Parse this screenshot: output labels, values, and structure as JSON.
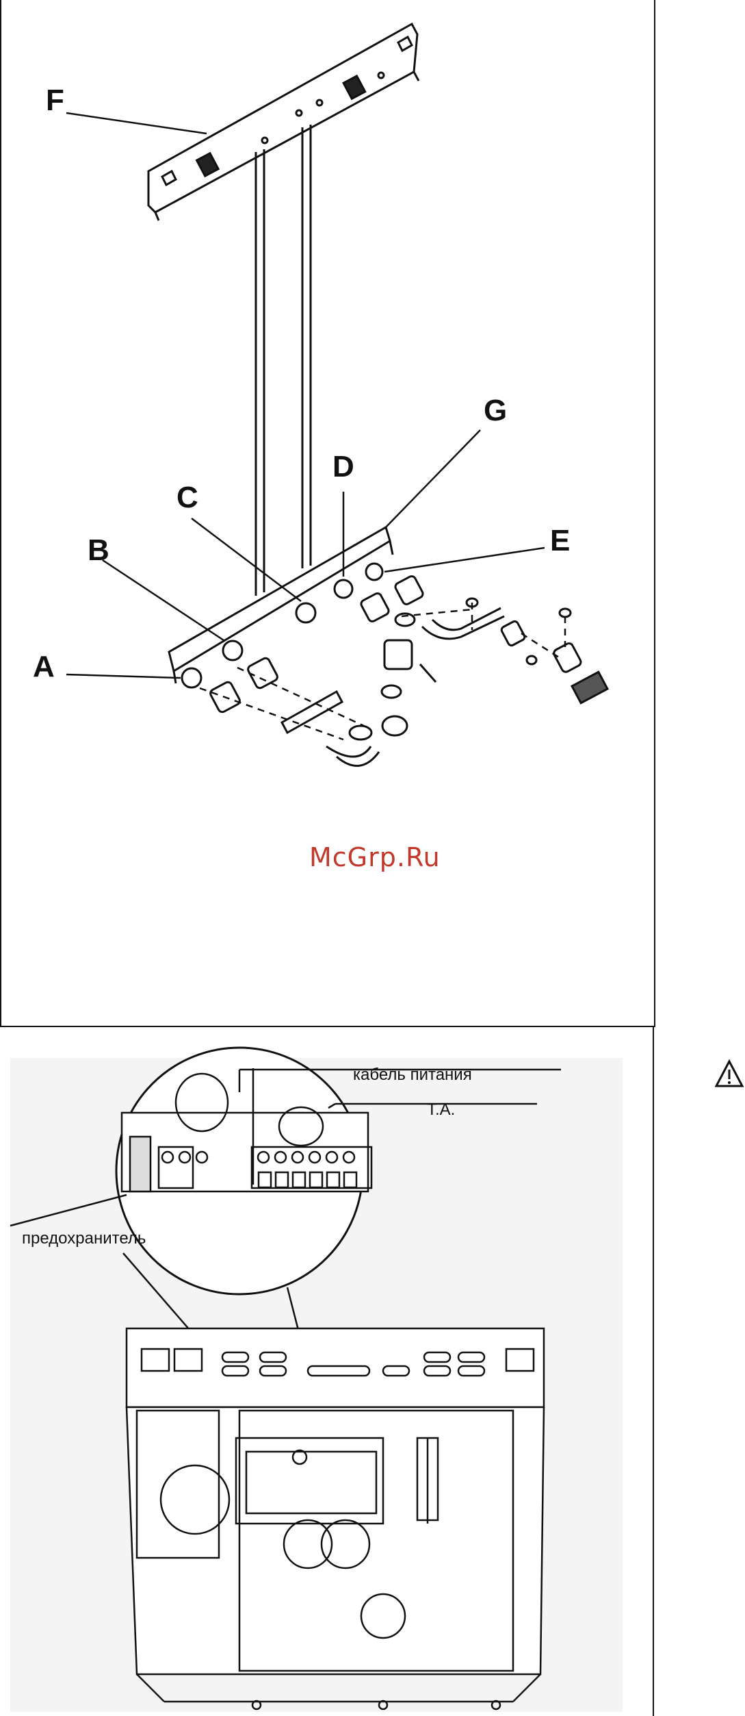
{
  "labels": {
    "f": "F",
    "g": "G",
    "c": "C",
    "d": "D",
    "b": "B",
    "e": "E",
    "a": "A"
  },
  "watermark": "McGrp.Ru",
  "callouts": {
    "power_cable": "кабель питания",
    "ta": "T.A.",
    "fuse": "предохранитель"
  },
  "icons": {
    "warning": "warning-triangle-icon"
  }
}
